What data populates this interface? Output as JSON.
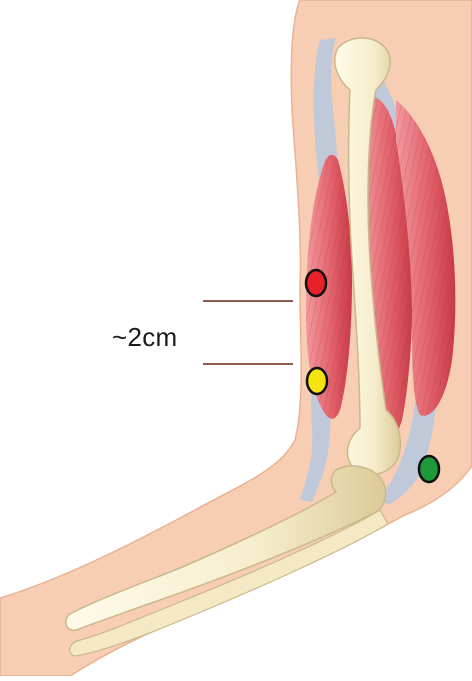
{
  "annotation": {
    "distance_label": "~2cm"
  },
  "electrodes": [
    {
      "id": "upper",
      "color": "#e8202a"
    },
    {
      "id": "lower",
      "color": "#f4e30f"
    },
    {
      "id": "reference",
      "color": "#1f9a3a"
    }
  ],
  "colors": {
    "skin": "#f7cdb4",
    "skin_edge": "#e9b294",
    "muscle": "#e4676f",
    "muscle_dark": "#c83a47",
    "tendon": "#b9c9de",
    "bone": "#f8f1d6",
    "bone_edge": "#c9b98a",
    "marker_line": "#6b2418"
  }
}
